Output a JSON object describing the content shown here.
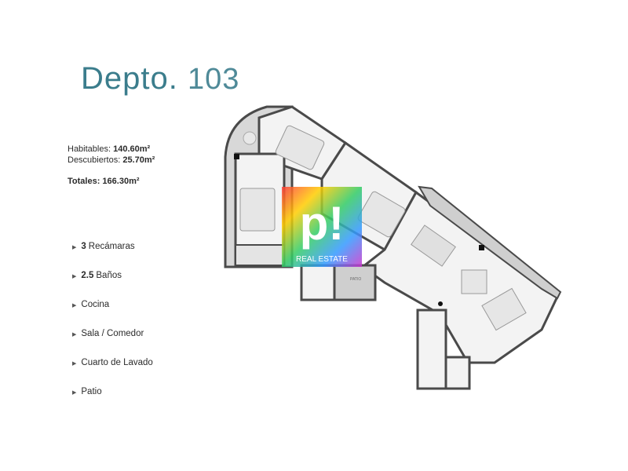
{
  "title": {
    "prefix": "Depto.",
    "number": "103"
  },
  "areas": {
    "habitables_label": "Habitables:",
    "habitables_value": "140.60m²",
    "descubiertos_label": "Descubiertos:",
    "descubiertos_value": "25.70m²",
    "totales_label": "Totales:",
    "totales_value": "166.30m²"
  },
  "features": [
    {
      "count": "3",
      "label": "Recámaras"
    },
    {
      "count": "2.5",
      "label": "Baños"
    },
    {
      "count": "",
      "label": "Cocina"
    },
    {
      "count": "",
      "label": "Sala / Comedor"
    },
    {
      "count": "",
      "label": "Cuarto de Lavado"
    },
    {
      "count": "",
      "label": "Patio"
    }
  ],
  "plan": {
    "room_label": "PATIO"
  },
  "logo": {
    "mark": "p!",
    "text": "REAL ESTATE"
  },
  "colors": {
    "title": "#3b7d8c",
    "wall": "#4a4a4a",
    "floor": "#f3f3f3",
    "shade": "#cfcfcf"
  }
}
